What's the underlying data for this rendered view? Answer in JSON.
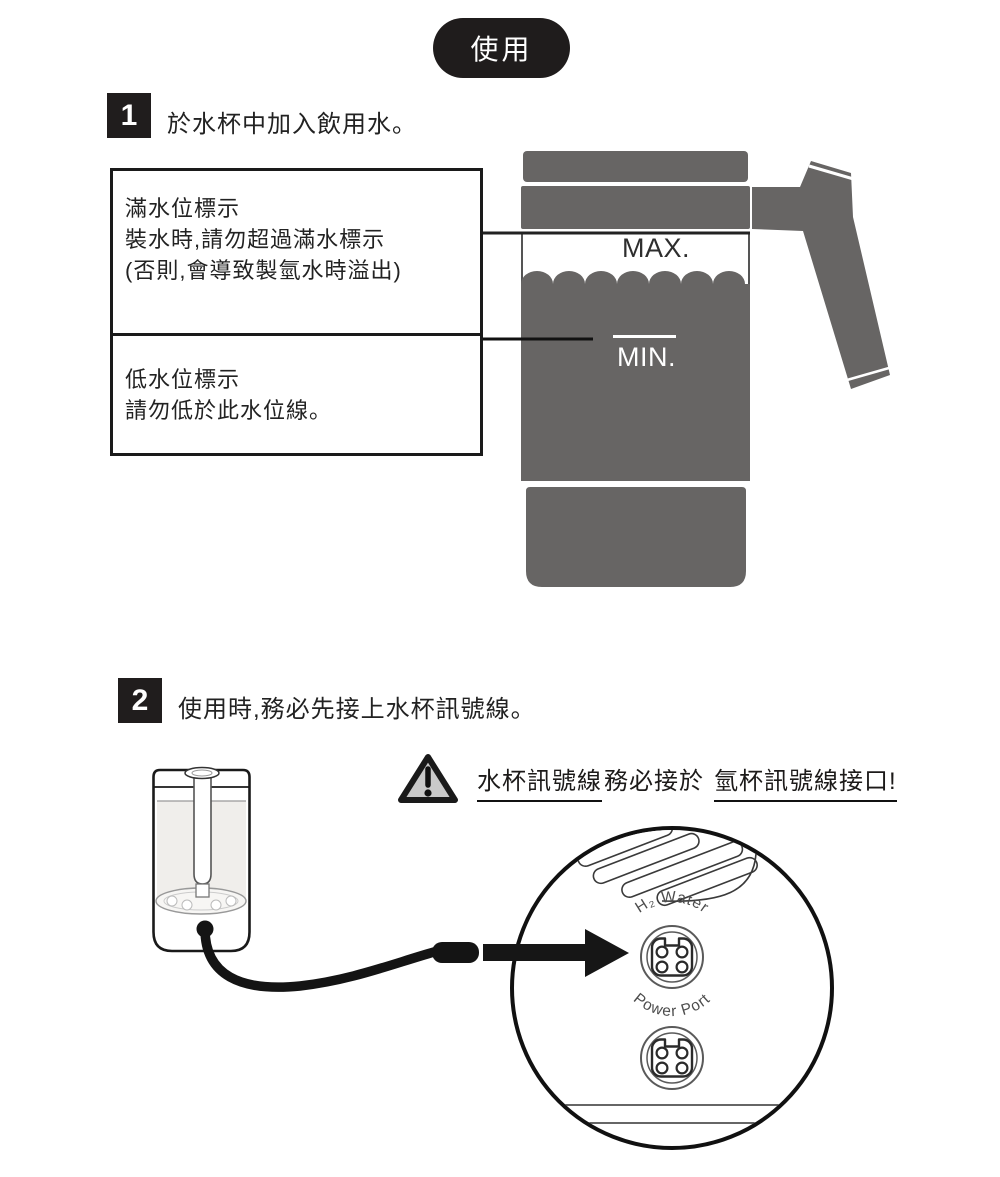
{
  "header": {
    "badge": "使用"
  },
  "steps": [
    {
      "number": "1",
      "text": "於水杯中加入飲用水。"
    },
    {
      "number": "2",
      "text": "使用時,務必先接上水杯訊號線。"
    }
  ],
  "callouts": {
    "max_box": {
      "lines": [
        "滿水位標示",
        "裝水時,請勿超過滿水標示",
        "(否則,會導致製氫水時溢出)"
      ]
    },
    "min_box": {
      "lines": [
        "低水位標示",
        "請勿低於此水位線。"
      ]
    }
  },
  "cup_labels": {
    "max": "MAX.",
    "min": "MIN."
  },
  "warning": {
    "underlined1": "水杯訊號線",
    "middle": "務必接於",
    "underlined2": "氫杯訊號線接口!"
  },
  "ports": {
    "top_label": "H₂ Water",
    "bottom_label": "Power Port"
  },
  "colors": {
    "cup_gray": "#676564",
    "ink": "#1c1a19",
    "triangle_fill": "#c9c9c9",
    "port_line": "#4d4d4d"
  }
}
